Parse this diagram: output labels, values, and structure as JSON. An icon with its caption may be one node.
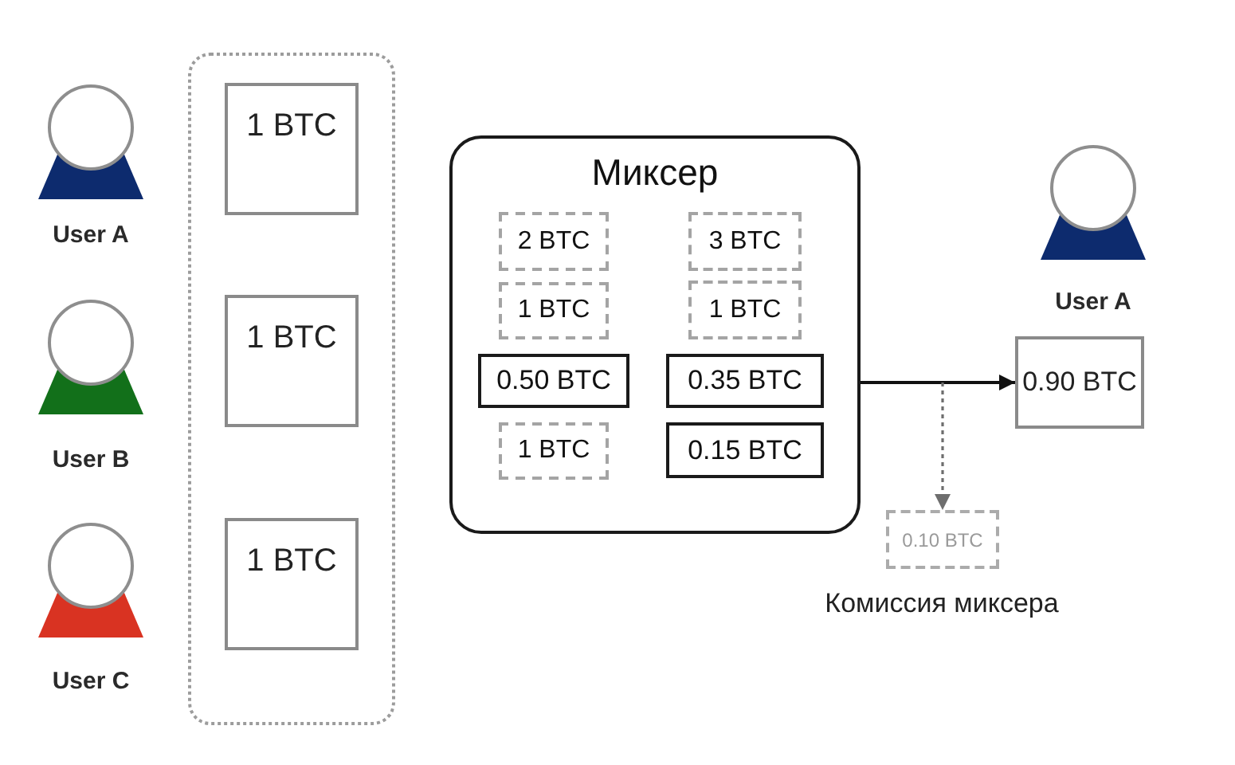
{
  "diagram": {
    "nodes": [
      {
        "text": [],
        "shape": "person",
        "beside": [
          "User A"
        ]
      },
      {
        "text": [],
        "shape": "person",
        "beside": [
          "User B"
        ]
      },
      {
        "text": [],
        "shape": "person",
        "beside": [
          "User C"
        ]
      },
      {
        "text": [],
        "shape": "box"
      },
      {
        "text": [
          "1 BTC"
        ],
        "in": 3
      },
      {
        "text": [
          "1 BTC"
        ],
        "in": 3
      },
      {
        "text": [
          "1 BTC"
        ],
        "in": 3
      },
      {
        "text": [
          "Миксер"
        ]
      },
      {
        "text": [
          "2 BTC"
        ],
        "in": 7
      },
      {
        "text": [
          "3 BTC"
        ],
        "in": 7
      },
      {
        "text": [
          "1 BTC"
        ],
        "in": 7
      },
      {
        "text": [
          "1 BTC"
        ],
        "in": 7
      },
      {
        "text": [
          "0.50 BTC"
        ],
        "in": 7
      },
      {
        "text": [
          "0.35 BTC"
        ],
        "in": 7
      },
      {
        "text": [
          "1 BTC"
        ],
        "in": 7
      },
      {
        "text": [
          "0.15 BTC"
        ],
        "in": 7
      },
      {
        "text": [],
        "shape": "person",
        "beside": [
          "User A"
        ]
      },
      {
        "text": [
          "0.90 BTC"
        ]
      },
      {
        "text": [
          "0.10 BTC"
        ],
        "beside": [
          "Комиссия миксера"
        ]
      }
    ],
    "edges": [
      {
        "from": 7,
        "to": 17,
        "arrow": "to"
      },
      {
        "from": 7,
        "to": 18,
        "arrow": "to",
        "style": "dashed",
        "color": "#6e6e6e"
      }
    ]
  }
}
